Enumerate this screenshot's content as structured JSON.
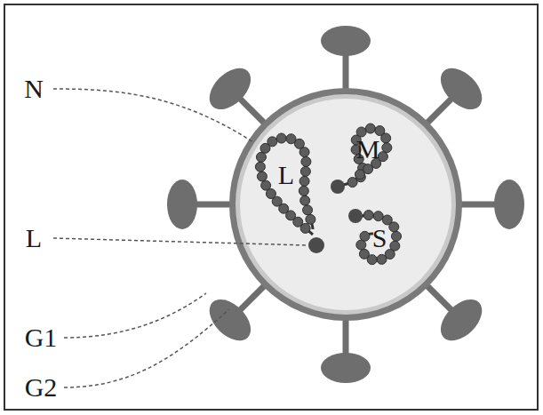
{
  "diagram": {
    "labels": [
      "N",
      "L",
      "G1",
      "G2",
      "L",
      "M",
      "S"
    ]
  }
}
